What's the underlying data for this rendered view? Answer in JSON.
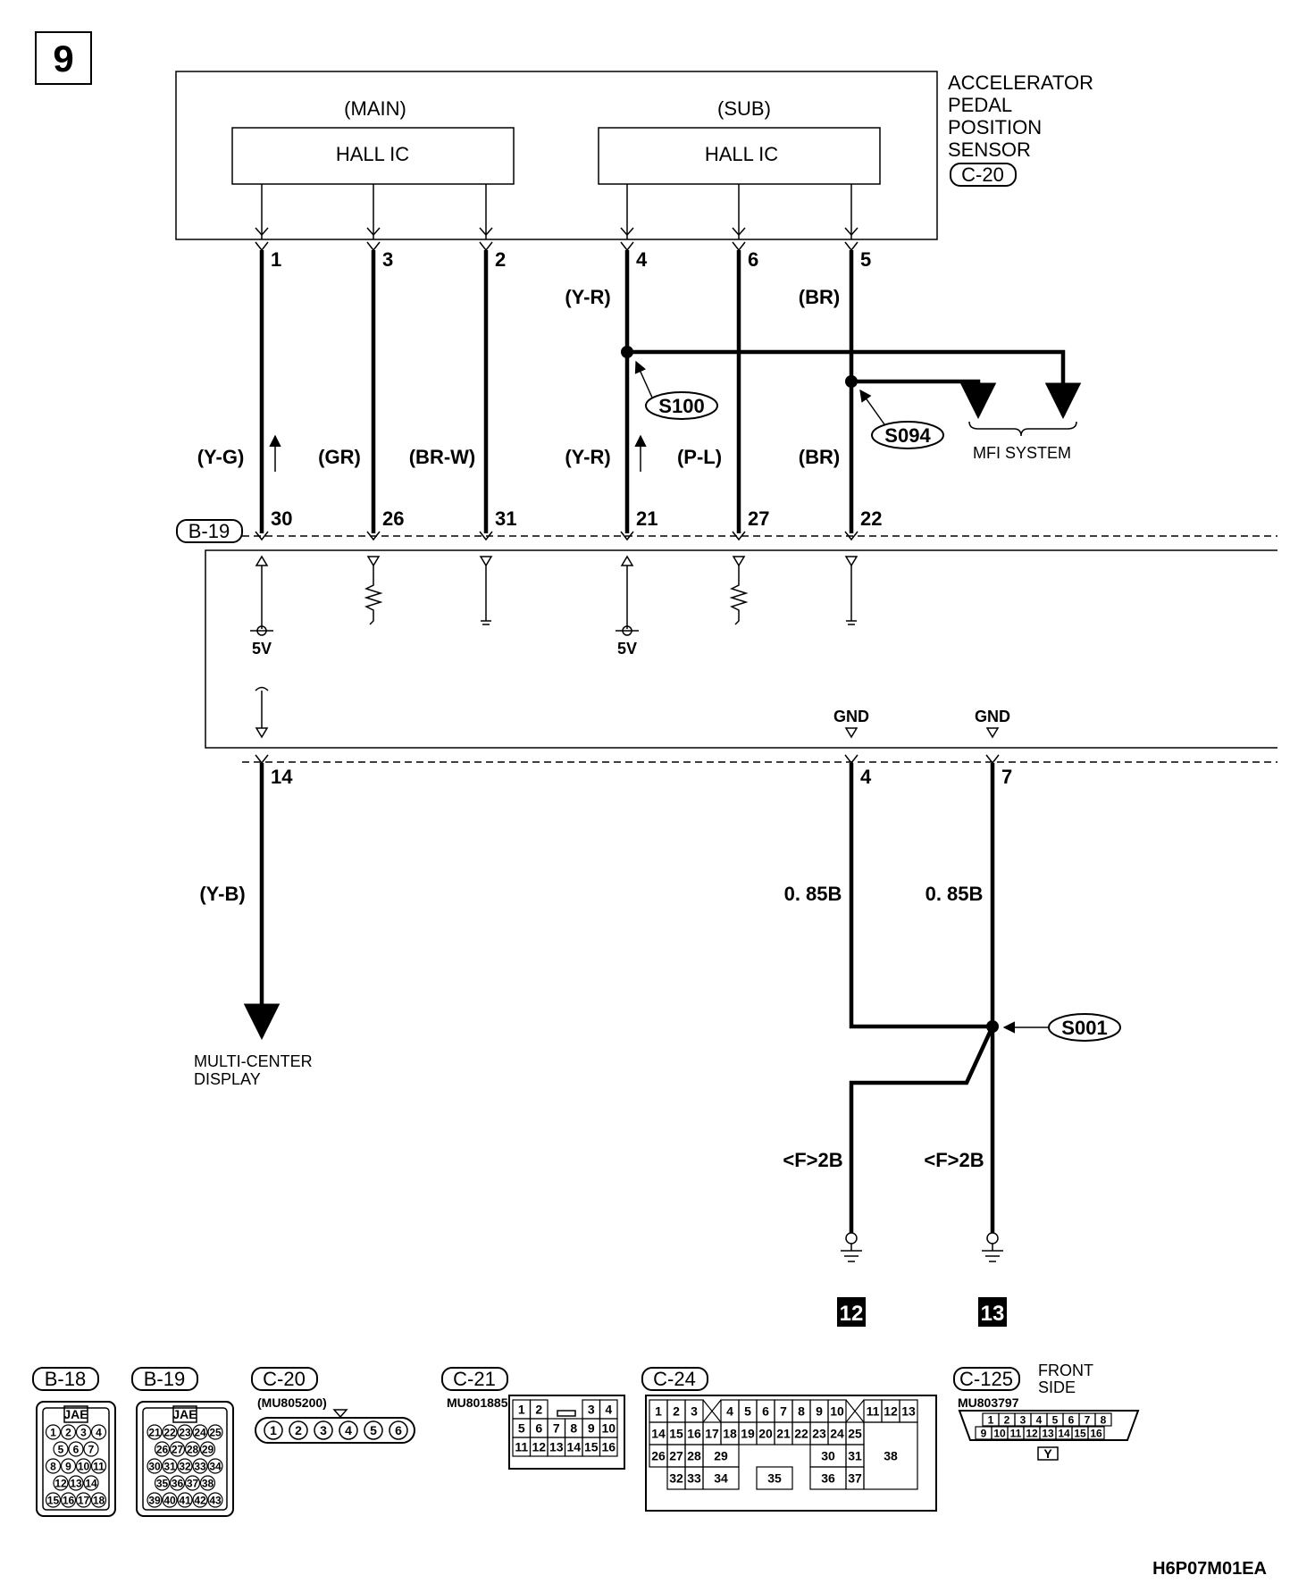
{
  "page_number": "9",
  "sensor": {
    "name_lines": [
      "ACCELERATOR",
      "PEDAL",
      "POSITION",
      "SENSOR"
    ],
    "connector": "C-20",
    "main_label": "(MAIN)",
    "sub_label": "(SUB)",
    "hall_ic": "HALL IC"
  },
  "sensor_pins": [
    "1",
    "3",
    "2",
    "4",
    "6",
    "5"
  ],
  "upper_wire_colors": {
    "y_r": "(Y-R)",
    "br": "(BR)"
  },
  "splices": {
    "s100": "S100",
    "s094": "S094",
    "s001": "S001"
  },
  "mfi_system": "MFI SYSTEM",
  "mid_wire_colors": [
    "(Y-G)",
    "(GR)",
    "(BR-W)",
    "(Y-R)",
    "(P-L)",
    "(BR)"
  ],
  "ecu_connector": "B-19",
  "ecu_top_pins": [
    "30",
    "26",
    "31",
    "21",
    "27",
    "22"
  ],
  "supply": "5V",
  "gnd": "GND",
  "ecu_bottom_pins": [
    "14",
    "4",
    "7"
  ],
  "lower_wire_colors": {
    "y_b": "(Y-B)",
    "gauge": "0. 85B",
    "f2b": "<F>2B"
  },
  "multi_center_display": [
    "MULTI-CENTER",
    "DISPLAY"
  ],
  "ground_points": [
    "12",
    "13"
  ],
  "connectors": {
    "b18": {
      "label": "B-18",
      "maker": "JAE",
      "rows": [
        [
          "1",
          "2",
          "3",
          "4"
        ],
        [
          "5",
          "6",
          "7"
        ],
        [
          "8",
          "9",
          "10",
          "11"
        ],
        [
          "12",
          "13",
          "14"
        ],
        [
          "15",
          "16",
          "17",
          "18"
        ]
      ]
    },
    "b19": {
      "label": "B-19",
      "maker": "JAE",
      "rows": [
        [
          "21",
          "22",
          "23",
          "24",
          "25"
        ],
        [
          "26",
          "27",
          "28",
          "29"
        ],
        [
          "30",
          "31",
          "32",
          "33",
          "34"
        ],
        [
          "35",
          "36",
          "37",
          "38"
        ],
        [
          "39",
          "40",
          "41",
          "42",
          "43"
        ]
      ]
    },
    "c20": {
      "label": "C-20",
      "part": "(MU805200)",
      "pins": [
        "1",
        "2",
        "3",
        "4",
        "5",
        "6"
      ]
    },
    "c21": {
      "label": "C-21",
      "part": "MU801885",
      "rows": [
        [
          "1",
          "2",
          "",
          "",
          "3",
          "4"
        ],
        [
          "5",
          "6",
          "7",
          "8",
          "9",
          "10"
        ],
        [
          "11",
          "12",
          "13",
          "14",
          "15",
          "16"
        ]
      ]
    },
    "c24": {
      "label": "C-24"
    },
    "c125": {
      "label": "C-125",
      "part": "MU803797",
      "note": [
        "FRONT",
        "SIDE"
      ],
      "rows": [
        [
          "1",
          "2",
          "3",
          "4",
          "5",
          "6",
          "7",
          "8"
        ],
        [
          "9",
          "10",
          "11",
          "12",
          "13",
          "14",
          "15",
          "16"
        ]
      ],
      "key": "Y"
    }
  },
  "drawing_code": "H6P07M01EA"
}
